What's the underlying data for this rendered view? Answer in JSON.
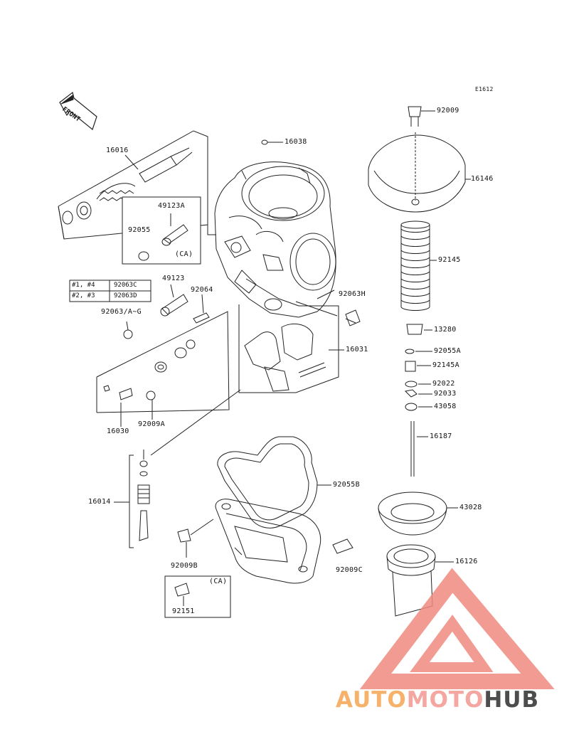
{
  "diagram": {
    "code": "E1612",
    "front_label": "FRONT",
    "variant_label": "(CA)",
    "callouts": {
      "p92009": "92009",
      "p16038": "16038",
      "p16146": "16146",
      "p16016": "16016",
      "p49123A": "49123A",
      "p92055": "92055",
      "p49123": "49123",
      "p92064": "92064",
      "p92063H": "92063H",
      "p92145": "92145",
      "p92063AG": "92063/A~G",
      "p13280": "13280",
      "p92055A": "92055A",
      "p16031": "16031",
      "p92145A": "92145A",
      "p92022": "92022",
      "p92033": "92033",
      "p43058": "43058",
      "p16030": "16030",
      "p92009A": "92009A",
      "p16187": "16187",
      "p92055B": "92055B",
      "p16014": "16014",
      "p43028": "43028",
      "p92009B": "92009B",
      "p92009C": "92009C",
      "p16126": "16126",
      "p92151": "92151"
    },
    "table": [
      {
        "cyl": "#1, #4",
        "part": "92063C"
      },
      {
        "cyl": "#2, #3",
        "part": "92063D"
      }
    ]
  },
  "watermark": {
    "part1": "AUTO",
    "part2": "MOTO",
    "part3": "HUB",
    "color1": "#f6b26b",
    "color2": "#f4a6a0",
    "color3": "#4d4d4d",
    "logo_color": "#f08a80"
  }
}
